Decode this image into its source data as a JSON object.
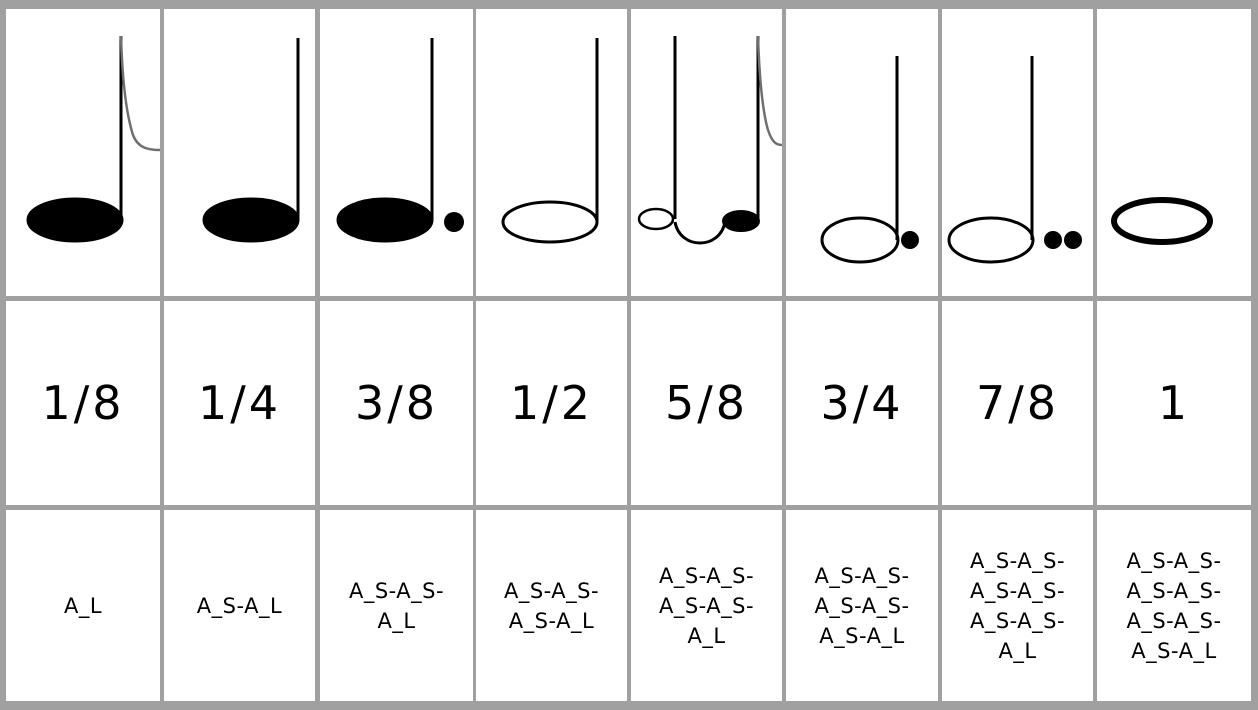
{
  "columns": [
    {
      "note": "eighth-note-icon",
      "fraction": "1/8",
      "pattern": [
        "A_L"
      ]
    },
    {
      "note": "quarter-note-icon",
      "fraction": "1/4",
      "pattern": [
        "A_S-A_L"
      ]
    },
    {
      "note": "dotted-quarter-note-icon",
      "fraction": "3/8",
      "pattern": [
        "A_S-A_S-",
        "A_L"
      ]
    },
    {
      "note": "half-note-icon",
      "fraction": "1/2",
      "pattern": [
        "A_S-A_S-",
        "A_S-A_L"
      ]
    },
    {
      "note": "tied-half-eighth-note-icon",
      "fraction": "5/8",
      "pattern": [
        "A_S-A_S-",
        "A_S-A_S-",
        "A_L"
      ]
    },
    {
      "note": "dotted-half-note-icon",
      "fraction": "3/4",
      "pattern": [
        "A_S-A_S-",
        "A_S-A_S-",
        "A_S-A_L"
      ]
    },
    {
      "note": "double-dotted-half-note-icon",
      "fraction": "7/8",
      "pattern": [
        "A_S-A_S-",
        "A_S-A_S-",
        "A_S-A_S-",
        "A_L"
      ]
    },
    {
      "note": "whole-note-icon",
      "fraction": "1",
      "pattern": [
        "A_S-A_S-",
        "A_S-A_S-",
        "A_S-A_S-",
        "A_S-A_L"
      ]
    }
  ],
  "colors": {
    "grid": "#a0a0a0",
    "cell": "#ffffff",
    "ink": "#000000",
    "flag": "#707070"
  }
}
